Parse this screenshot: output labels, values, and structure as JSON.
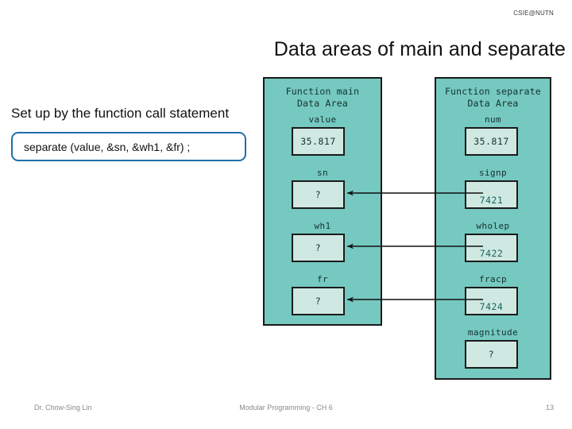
{
  "header": {
    "brand": "CSIE@NUTN",
    "title": "Data areas of main and separate"
  },
  "left": {
    "caption": "Set up by the function call statement",
    "code": "separate (value, &sn, &wh1, &fr) ;",
    "code_border_color": "#1f6fa8"
  },
  "colors": {
    "panel_fill": "#75c9c0",
    "box_fill": "#cfe9e2",
    "outline": "#1a1a1a",
    "pointer_value": "#16625c"
  },
  "panels": [
    {
      "id": "main",
      "title": "Function main\nData Area",
      "variables": [
        {
          "label": "value",
          "value": "35.817",
          "style": "centered"
        },
        {
          "label": "sn",
          "value": "?",
          "style": "centered"
        },
        {
          "label": "wh1",
          "value": "?",
          "style": "centered"
        },
        {
          "label": "fr",
          "value": "?",
          "style": "centered"
        }
      ]
    },
    {
      "id": "separate",
      "title": "Function separate\nData Area",
      "variables": [
        {
          "label": "num",
          "value": "35.817",
          "style": "centered"
        },
        {
          "label": "signp",
          "value": "7421",
          "style": "pointer"
        },
        {
          "label": "wholep",
          "value": "7422",
          "style": "pointer"
        },
        {
          "label": "fracp",
          "value": "7424",
          "style": "pointer"
        },
        {
          "label": "magnitude",
          "value": "?",
          "style": "centered"
        }
      ]
    }
  ],
  "arrows": [
    {
      "from": "separate.signp",
      "to": "main.sn"
    },
    {
      "from": "separate.wholep",
      "to": "main.wh1"
    },
    {
      "from": "separate.fracp",
      "to": "main.fr"
    }
  ],
  "footer": {
    "author": "Dr. Chow-Sing Lin",
    "course": "Modular Programming - CH 6",
    "page": "13"
  }
}
